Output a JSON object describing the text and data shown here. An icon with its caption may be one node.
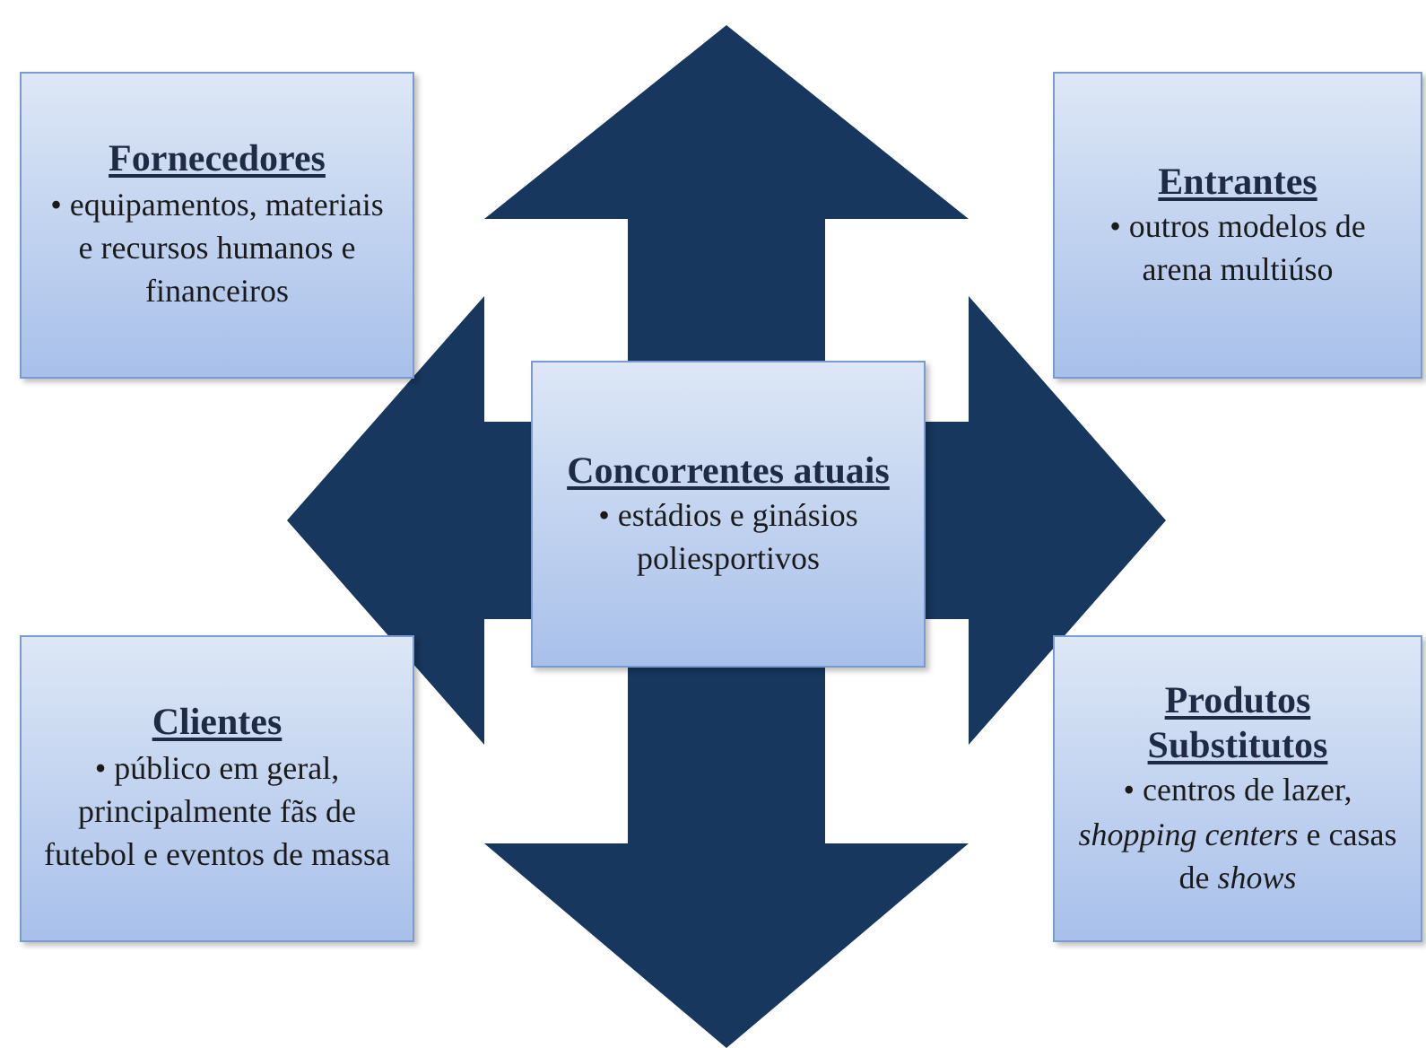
{
  "diagram": {
    "nodes": [
      {
        "text": [
          "Fornecedores",
          "• equipamentos, materiais e recursos humanos e financeiros"
        ]
      },
      {
        "text": [
          "Entrantes",
          "• outros modelos de arena multiúso"
        ]
      },
      {
        "text": [
          "Concorrentes atuais",
          "• estádios e ginásios poliesportivos"
        ]
      },
      {
        "text": [
          "Clientes",
          "• público em geral, principalmente fãs de futebol e eventos de massa"
        ]
      },
      {
        "text": [
          "Produtos Substitutos",
          "• centros de lazer, *shopping centers* e casas de *shows*"
        ]
      }
    ]
  }
}
